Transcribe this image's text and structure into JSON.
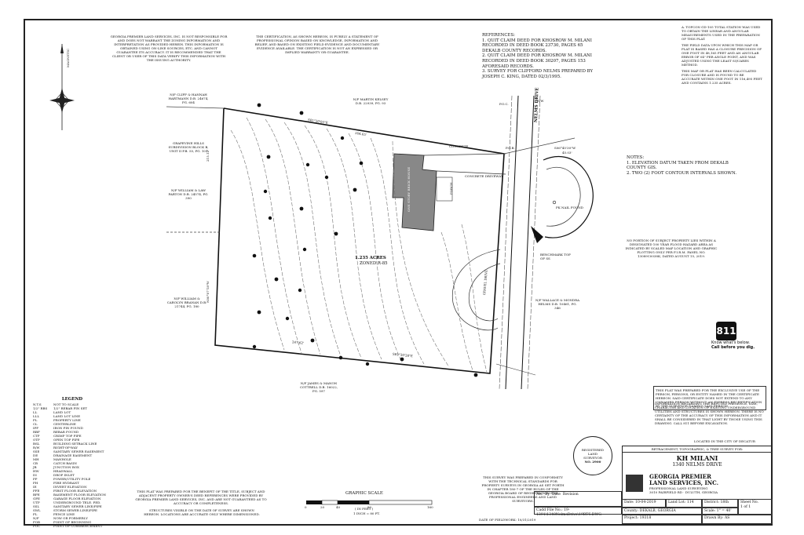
{
  "disclaimers": {
    "top_left": "Georgia Premier Land Services, Inc. is not responsible for and does not warrant the zoning information and interpretation as provided herein. This information is obtained using on-line sources, etc. and cannot guarantee its accuracy. It is recommended that the client or user of this data verify this information with the issuing authority.",
    "top_center": "The certification, as shown hereon, is purely a statement of professional opinion based on knowledge, information and belief, and based on existing field evidence and documentary evidence available. The certification is not an expressed or implied warranty or guarantee.",
    "bottom_left": "This plat was prepared for the benefit of the title, subject and adjacent property owner's deed references were provided by Georgia Premier Land Services, Inc. and are not guaranteed as to accuracy or completeness.",
    "bottom_structures": "Structures visible on the date of survey are shown hereon. Locations are accurate only where dimensioned.",
    "bottom_center": "This survey was prepared in conformity with the technical standards for property surveys in Georgia as set forth in chapter 180-7 of the rules of the Georgia Board of Registration for Professional Engineers and Land Surveyors.",
    "exclusive_use": "This plat was prepared for the exclusive use of the person, persons, or entity named in the certificate hereon. Said certificate does not extend to any unnamed person without an express recertification by the surveyor naming said person.",
    "utilities": "Information regarding the reputed presence, size, character and location of existing underground utilities and structures is shown hereon. There is no certainty of the accuracy of this information and it shall be considered in that light by those using this drawing. Call 811 before excavation.",
    "flood": "No portion of subject property lies within a designated 100 year flood hazard area as indicated by scaled map location and graphic plotting only per F.I.R.M. Panel No. 13089c0038K, dated August 15, 2019."
  },
  "references": {
    "title": "REFERENCES:",
    "items": [
      "1. Quit claim deed for Khosrow M. Milani recorded in Deed Book 23730, Pages 65 Dekalb County Records.",
      "2. Quit claim deed for Khosrow M. Milani recorded in Deed Book 30207, Pages 153 aforesaid records.",
      "3. Survey for Clifford Nelms prepared by Joseph C. King, dated 02/3/1995."
    ]
  },
  "field_notes": {
    "a": "A. Topcon GD-105 total station was used to obtain the linear and angular measurements used in the preparation of this plat.",
    "b": "The field data upon which this map or plat is based has a closure precision of one foot in 48,165 feet and an angular error of 04\" per angle point, and was adjusted using the least squares method.",
    "c": "This map or plat has been calculated for closure and is found to be accurate within one foot in 116,495 feet and contains 1.235 acres."
  },
  "notes": {
    "title": "NOTES:",
    "items": [
      "1. Elevation datum taken from Dekalb County GIS.",
      "2. Two (2) foot contour intervals shown."
    ]
  },
  "plan": {
    "acreage": "1.235 ACRES",
    "zoning": "ZONED R-85",
    "road_name": "NELMS DRIVE",
    "road_row": "R/W",
    "house_label": "ONE STORY BRICK HOUSE",
    "gravel_drive": "GRAVEL DRIVE",
    "driveway": "CONCRETE DRIVEWAY",
    "concrete": "CONCRETE",
    "porch": "PORCH",
    "bearing_top": "S81°20'05\"E",
    "dist_top": "264.65'",
    "bearing_bottom": "S81°30'28\"E",
    "dist_bottom": "247.62'",
    "bearing_left": "N00°07'18\"W",
    "dist_left": "215.12'",
    "bearing_road": "S06°45'30\"W",
    "dist_road": "45.03'",
    "owners": [
      "N/F CLIFF & HANNAH HARTMANN D.B. 24674, PG. 604",
      "N/F MARTIN KELSEY D.B. 22939, PG. 93",
      "GRAPEVINE HILLS SUBDIVISION BLOCK B, UNIT II P.B. 55, PG. 101",
      "N/F WILLIAM & LAW PARTON D.B. 24574, PG. 390",
      "N/F WILLIAM & CAROLYN BRANAN D.B. 21744, PG. 180",
      "N/F WALLACE & MONDRA HELMS D.B. 10461, PG. 346",
      "N/F JAMES & MANON COTTRELL D.B. 16022, PG. 597"
    ],
    "benchmark": "BENCHMARK TOP OF SS",
    "pk_nail": "PK NAIL FOUND",
    "pob": "P.O.B.",
    "poc": "P.O.C.",
    "north_label": "MAGNETIC"
  },
  "legend": {
    "title": "LEGEND",
    "items": [
      [
        "N.T.S",
        "NOT TO SCALE"
      ],
      [
        "1/2\" RBS",
        "1/2\" REBAR PIN SET"
      ],
      [
        "LL",
        "LAND LOT"
      ],
      [
        "LLL",
        "LAND LOT LINE"
      ],
      [
        "PL",
        "PROPERTY LINE"
      ],
      [
        "CL",
        "CENTERLINE"
      ],
      [
        "IPF",
        "IRON PIN FOUND"
      ],
      [
        "RBF",
        "REBAR FOUND"
      ],
      [
        "CTP",
        "CRIMP TOP PIPE"
      ],
      [
        "OTP",
        "OPEN TOP PIPE"
      ],
      [
        "BSL",
        "BUILDING SETBACK LINE"
      ],
      [
        "R/W",
        "RIGHT-OF-WAY"
      ],
      [
        "SSE",
        "SANITARY SEWER EASEMENT"
      ],
      [
        "DE",
        "DRAINAGE EASEMENT"
      ],
      [
        "MH",
        "MANHOLE"
      ],
      [
        "CB",
        "CATCH BASIN"
      ],
      [
        "JB",
        "JUNCTION BOX"
      ],
      [
        "HW",
        "HEADWALL"
      ],
      [
        "DI",
        "DROP INLET"
      ],
      [
        "PP",
        "POWER/UTILITY POLE"
      ],
      [
        "FH",
        "FIRE HYDRANT"
      ],
      [
        "IE",
        "INVERT ELEVATION"
      ],
      [
        "FFE",
        "FIRST FLOOR ELEVATION"
      ],
      [
        "BFE",
        "BASEMENT FLOOR ELEVATION"
      ],
      [
        "GFE",
        "GARAGE FLOOR ELEVATION"
      ],
      [
        "UTP",
        "UNDERGROUND TELE. PED."
      ],
      [
        "SSL",
        "SANITARY SEWER LINE/PIPE"
      ],
      [
        "SWL",
        "STORM SEWER LINE/PIPE"
      ],
      [
        "FL",
        "FENCE LINE"
      ],
      [
        "N/F",
        "NOW OR FORMERLY"
      ],
      [
        "POB",
        "POINT OF BEGINNING"
      ],
      [
        "POC",
        "POINT OF COMMENCEMENT"
      ]
    ]
  },
  "scale": {
    "title": "GRAPHIC SCALE",
    "unit": "( IN FEET )",
    "ratio": "1 inch = 80 ft.",
    "ticks": [
      "0",
      "20",
      "40",
      "80",
      "160"
    ]
  },
  "fieldwork": "DATE OF FIELDWORK: 10/31/2019",
  "logo811": {
    "number": "811",
    "line1": "Know what's below.",
    "line2": "Call before you dig."
  },
  "title_block": {
    "located": "LOCATED IN THE CITY OF DECATUR",
    "survey_type": "RETRACEMENT, TOPOGRAPHIC, & TREE SURVEY FOR:",
    "client": "KH MILANI",
    "address": "1340 NELMS DRIVE",
    "company_line1": "GEORGIA PREMIER",
    "company_line2": "LAND SERVICES, INC.",
    "company_sub": "PROFESSIONAL LAND SURVEYING",
    "company_addr": "3010 FAIRFIELD RD · DULUTH, GEORGIA",
    "date_label": "Date:",
    "date_value": "10-04-2019",
    "landlot_label": "Land Lot:",
    "landlot_value": "114",
    "district_label": "District:",
    "district_value": "18th",
    "sheet_label": "Sheet No.",
    "sheet_value": "1 of 1",
    "county_label": "County:",
    "county_value": "DEKALB, GEORGIA",
    "scale_label": "Scale:",
    "scale_value": "1\" = 40'",
    "cadd_label": "Cadd File No.:",
    "cadd_value": "19-1391\\1340NelmsDrive\\19BTS.DWG",
    "project_label": "Project:",
    "project_value": "19318",
    "drawn_label": "Drawn By:",
    "drawn_value": "AS",
    "rev_headers": [
      "No.",
      "By",
      "Date",
      "Revision"
    ],
    "seal_text": "REGISTERED LAND SURVEYOR",
    "seal_no": "NO. 2900"
  }
}
